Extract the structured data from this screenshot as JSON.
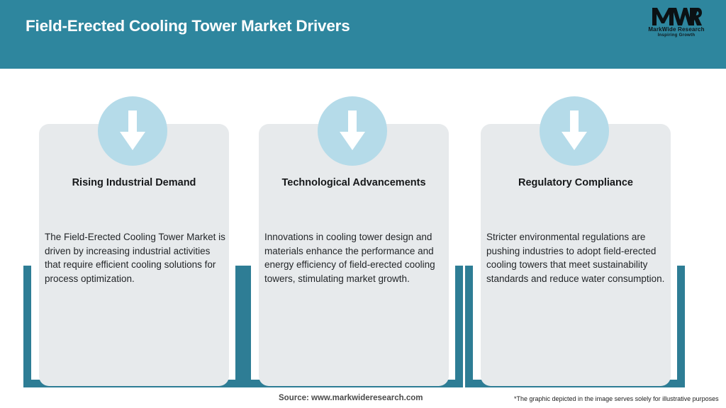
{
  "header": {
    "title": "Field-Erected Cooling Tower Market Drivers",
    "background_color": "#2e869e",
    "title_color": "#ffffff",
    "logo": {
      "mark": "MWR",
      "name": "MarkWide Research",
      "tagline": "Inspiring Growth"
    }
  },
  "theme": {
    "accent_teal": "#2e7d95",
    "header_teal": "#2e869e",
    "panel_grey": "#e7eaec",
    "badge_blue": "#b5dbe9",
    "arrow_white": "#ffffff"
  },
  "cards": [
    {
      "icon": "down-arrow-icon",
      "title": "Rising Industrial Demand",
      "body": "The Field-Erected Cooling Tower Market is driven by increasing industrial activities that require efficient cooling solutions for process optimization."
    },
    {
      "icon": "down-arrow-icon",
      "title": "Technological Advancements",
      "body": "Innovations in cooling tower design and materials enhance the performance and energy efficiency of field-erected cooling towers, stimulating market growth."
    },
    {
      "icon": "down-arrow-icon",
      "title": "Regulatory Compliance",
      "body": "Stricter environmental regulations are pushing industries to adopt field-erected cooling towers that meet sustainability standards and reduce water consumption."
    }
  ],
  "footer": {
    "source": "Source: www.markwideresearch.com",
    "disclaimer": "*The graphic depicted in the image serves solely for illustrative purposes"
  }
}
